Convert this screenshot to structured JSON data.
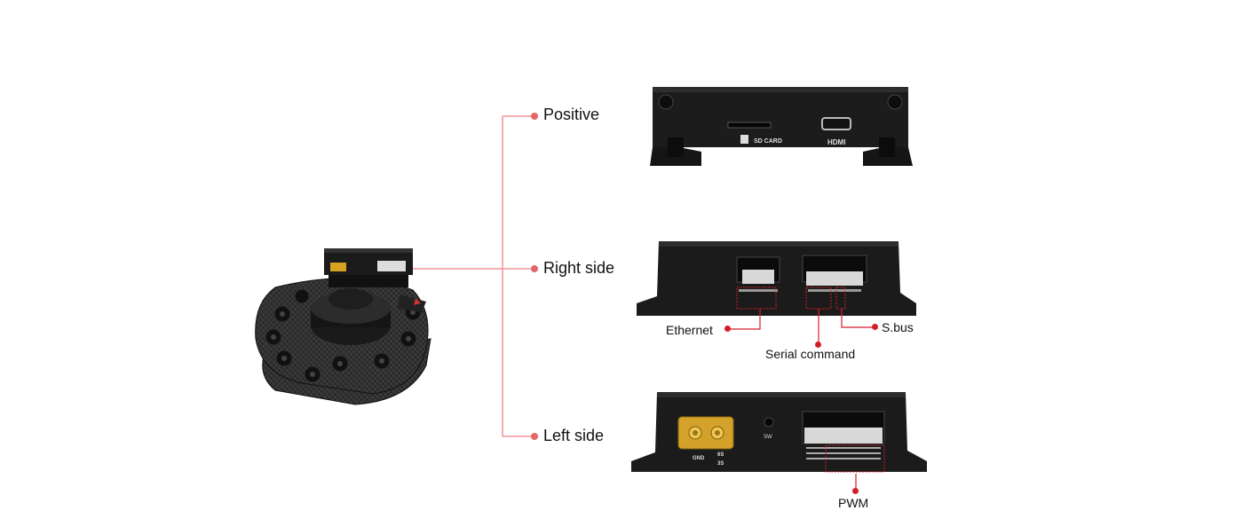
{
  "labels": {
    "positive": "Positive",
    "right_side": "Right side",
    "left_side": "Left side"
  },
  "callouts": {
    "ethernet": "Ethernet",
    "serial_command": "Serial command",
    "sbus": "S.bus",
    "pwm": "PWM"
  },
  "panel_print": {
    "sd_card": "SD CARD",
    "hdmi": "HDMI",
    "sw": "SW",
    "gnd": "GND",
    "power_plus": "6S",
    "power_minus": "3S"
  },
  "colors": {
    "connector_line": "#f19396",
    "connector_dot": "#e2666a",
    "callout_red": "#d51d2a",
    "device_body": "#1b1b1b"
  }
}
